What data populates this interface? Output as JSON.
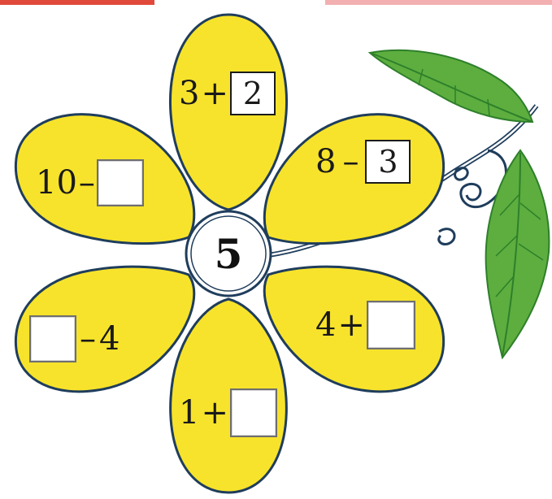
{
  "flower": {
    "center_number": "5",
    "petal_color": "#F7E32B",
    "petals": {
      "top": {
        "left": "3",
        "op": "+",
        "right": "2"
      },
      "upper_left": {
        "left": "10",
        "op": "–",
        "right": ""
      },
      "upper_right": {
        "left": "8",
        "op": "–",
        "right": "3"
      },
      "lower_left": {
        "left": "",
        "op": "–",
        "right": "4"
      },
      "lower_right": {
        "left": "4",
        "op": "+",
        "right": ""
      },
      "bottom": {
        "left": "1",
        "op": "+",
        "right": ""
      }
    }
  },
  "colors": {
    "leaf": "#5DAE3F",
    "leaf_dark": "#2E7F2A",
    "outline": "#1F3D5C"
  }
}
